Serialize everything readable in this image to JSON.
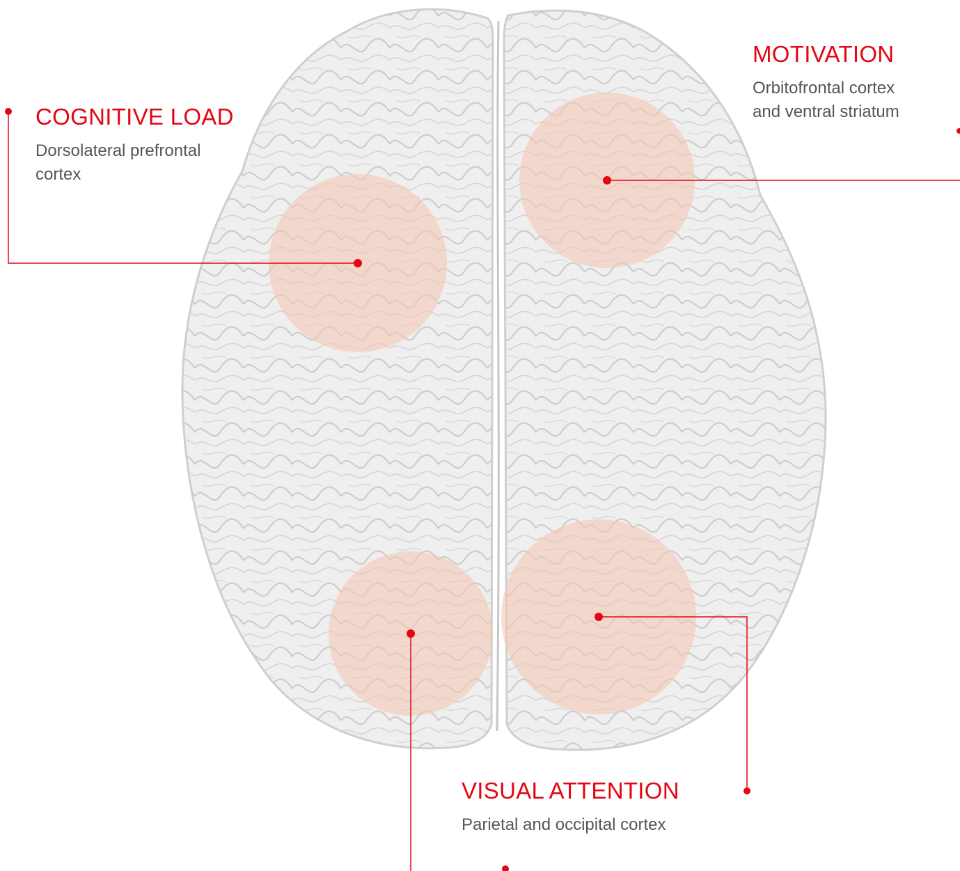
{
  "accent_color": "#e30613",
  "highlight_color": "#f3c7b4",
  "brain_color": "#dcdcdc",
  "regions": [
    {
      "id": "cognitive",
      "heading": "COGNITIVE LOAD",
      "lines": [
        "Dorsolateral prefrontal",
        "cortex"
      ]
    },
    {
      "id": "motivation",
      "heading": "MOTIVATION",
      "lines": [
        "Orbitofrontal cortex",
        "and ventral striatum"
      ]
    },
    {
      "id": "visual",
      "heading": "VISUAL ATTENTION",
      "lines": [
        "Parietal and occipital cortex"
      ]
    }
  ]
}
